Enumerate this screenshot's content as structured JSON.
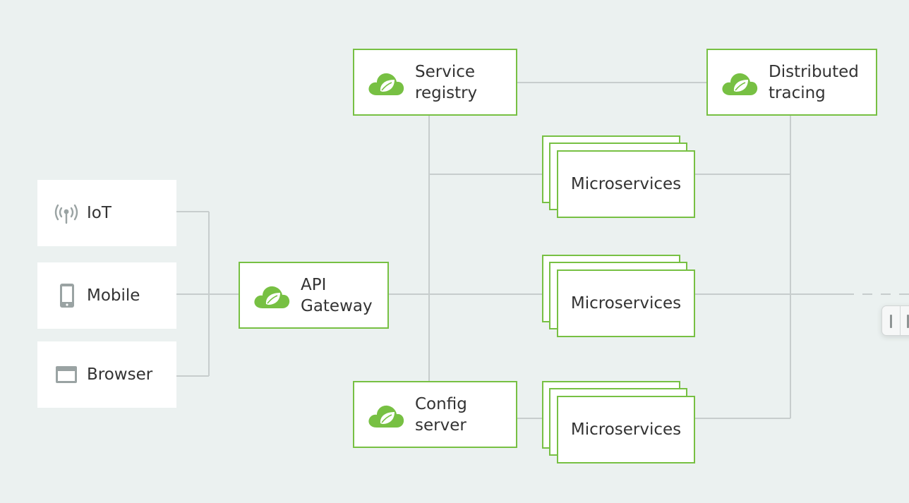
{
  "diagram": {
    "clients": [
      {
        "label": "IoT",
        "icon": "antenna-icon"
      },
      {
        "label": "Mobile",
        "icon": "mobile-phone-icon"
      },
      {
        "label": "Browser",
        "icon": "browser-window-icon"
      }
    ],
    "api_gateway": {
      "line1": "API",
      "line2": "Gateway",
      "icon": "spring-leaf-icon"
    },
    "service_registry": {
      "line1": "Service",
      "line2": "registry",
      "icon": "spring-leaf-icon"
    },
    "config_server": {
      "line1": "Config",
      "line2": "server",
      "icon": "spring-leaf-icon"
    },
    "distributed_tracing": {
      "line1": "Distributed",
      "line2": "tracing",
      "icon": "spring-leaf-icon"
    },
    "microservices": [
      {
        "label": "Microservices"
      },
      {
        "label": "Microservices"
      },
      {
        "label": "Microservices"
      }
    ]
  },
  "colors": {
    "background": "#ebf1f0",
    "accent_green": "#77c043",
    "connector_gray": "#c7cdcd",
    "icon_gray": "#9aa3a3",
    "text": "#333333"
  }
}
